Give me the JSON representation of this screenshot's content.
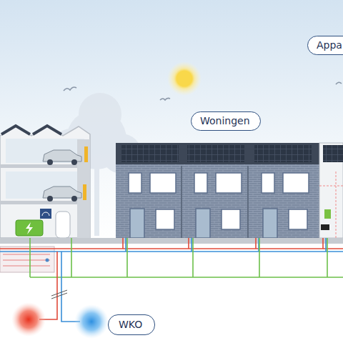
{
  "diagram": {
    "nodes": [
      {
        "text": [
          "Appa"
        ]
      },
      {
        "text": [
          "Woningen"
        ]
      },
      {
        "text": [
          "WKO"
        ]
      }
    ]
  }
}
